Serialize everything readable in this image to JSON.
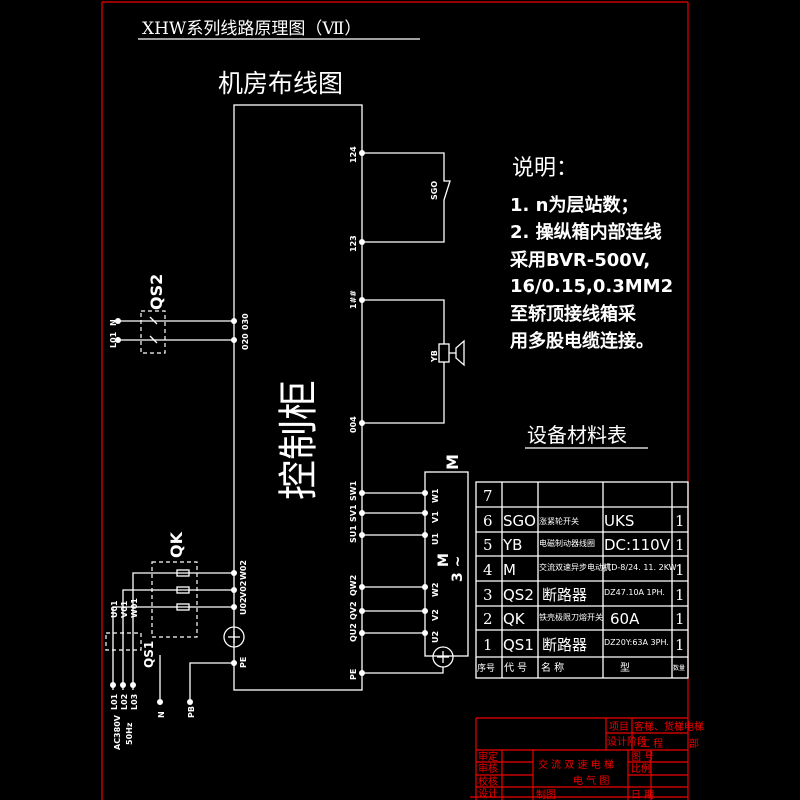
{
  "title": "XHW系列线路原理图（Ⅶ）",
  "subtitle": "机房布线图",
  "cabinet_label": "控制柜",
  "notes": {
    "heading": "说明：",
    "lines": [
      "1. n为层站数；",
      "2. 操纵箱内部连线",
      "采用BVR-500V,",
      "16/0.15,0.3MM2",
      "至轿顶接线箱采",
      "用多股电缆连接。"
    ]
  },
  "right_terminals": [
    "124",
    "123",
    "1##",
    "004",
    "SW1",
    "SV1",
    "SU1",
    "QW2",
    "QV2",
    "QU2",
    "PE"
  ],
  "devices": {
    "sgo": "SGO",
    "yb": "YB",
    "motor": "M",
    "motor_inner": "M",
    "motor_phase": "3 ~",
    "motor_terms": [
      "W1",
      "V1",
      "U1",
      "W2",
      "V2",
      "U2"
    ]
  },
  "left": {
    "qs2": "QS2",
    "qs2_terms": [
      "030",
      "020"
    ],
    "qs2_inputs": [
      "N",
      "L01"
    ],
    "qk": "QK",
    "qk_terms": [
      "W02",
      "V02",
      "U02"
    ],
    "pe": "PE",
    "qs1": "QS1",
    "qs1_terms": [
      "U01",
      "V01",
      "W01"
    ],
    "supply": [
      "L01",
      "L02",
      "L03"
    ],
    "n": "N",
    "pb": "PB",
    "ac": "AC380V",
    "hz": "50Hz"
  },
  "table": {
    "title": "设备材料表",
    "header": [
      "序号",
      "代  号",
      "名      称",
      "型",
      "数量"
    ],
    "rows": [
      [
        "7",
        "",
        "",
        "",
        ""
      ],
      [
        "6",
        "SGO",
        "涨紧轮开关",
        "UKS",
        "1"
      ],
      [
        "5",
        "YB",
        "电磁制动器线圈",
        "DC:110V",
        "1"
      ],
      [
        "4",
        "M",
        "交流双速异步电动机",
        "JTD-8/24. 11. 2KW",
        "1"
      ],
      [
        "3",
        "QS2",
        "断路器",
        "DZ47.10A 1PH.",
        "1"
      ],
      [
        "2",
        "QK",
        "铁壳极限刀熔开关",
        "60A",
        "1"
      ],
      [
        "1",
        "QS1",
        "断路器",
        "DZ20Y:63A 3PH.",
        "1"
      ]
    ]
  },
  "title_block": {
    "project_label": "项目",
    "project": "客梯、货梯电梯",
    "design_stage_label": "设计阶段",
    "stage": "工 程",
    "dept": "部",
    "review": "审定",
    "check": "审核",
    "proof": "校核",
    "design": "设计",
    "drawing": "交 流 双 速 电 梯",
    "drawing2": "电   气   图",
    "drawing_no": "图 号",
    "scale": "比例",
    "date": "日 期",
    "draw": "制图"
  },
  "colors": {
    "frame": "#e00000",
    "lines": "#ffffff",
    "bg": "#000000"
  }
}
